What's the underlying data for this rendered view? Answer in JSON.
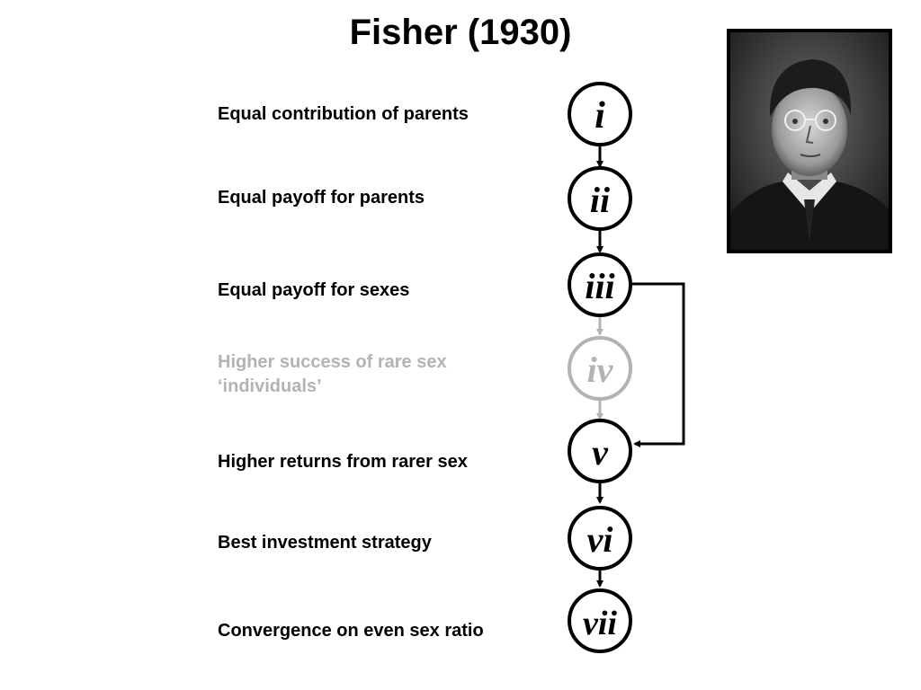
{
  "title": "Fisher (1930)",
  "steps": [
    {
      "label": "Equal contribution of parents",
      "numeral": "i",
      "faded": false
    },
    {
      "label": "Equal payoff for parents",
      "numeral": "ii",
      "faded": false
    },
    {
      "label": "Equal payoff for sexes",
      "numeral": "iii",
      "faded": false
    },
    {
      "label": "Higher success of rare sex",
      "label2": "‘individuals’",
      "numeral": "iv",
      "faded": true
    },
    {
      "label": "Higher returns from rarer sex",
      "numeral": "v",
      "faded": false
    },
    {
      "label": "Best investment strategy",
      "numeral": "vi",
      "faded": false
    },
    {
      "label": "Convergence on even sex ratio",
      "numeral": "vii",
      "faded": false
    }
  ],
  "colors": {
    "active": "#000000",
    "faded": "#b3b3b3",
    "background": "#ffffff"
  },
  "portrait": {
    "icon": "portrait-photo-icon"
  }
}
